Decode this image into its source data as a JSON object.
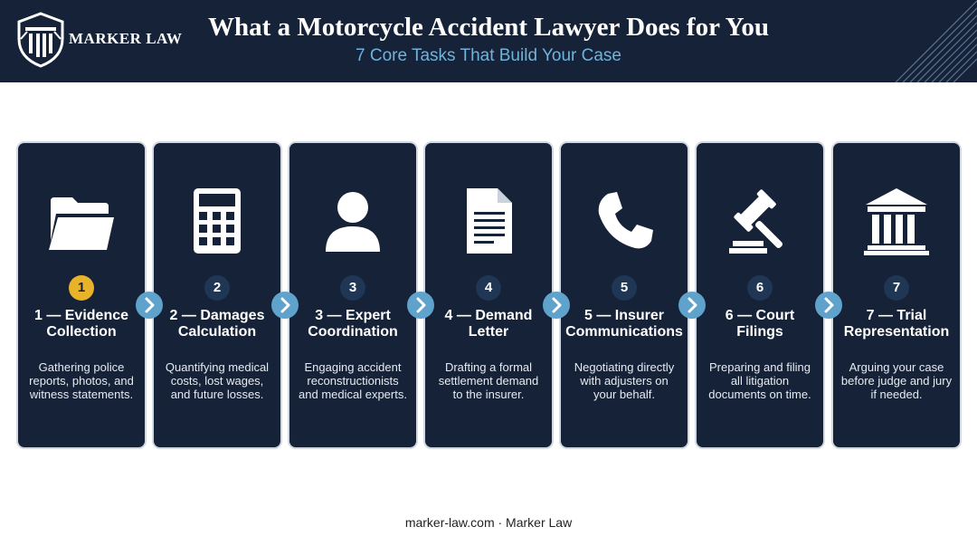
{
  "header": {
    "brand": "MARKER LAW",
    "title": "What a Motorcycle Accident Lawyer Does for You",
    "subtitle": "7 Core Tasks That Build Your Case"
  },
  "colors": {
    "navy": "#162238",
    "accent_blue": "#5fa2cc",
    "highlight_gold": "#e9b22b"
  },
  "steps": [
    {
      "number": "1",
      "title": "1 — Evidence Collection",
      "description": "Gathering police reports, photos, and witness statements.",
      "icon": "folder-icon",
      "active": true
    },
    {
      "number": "2",
      "title": "2 — Damages Calculation",
      "description": "Quantifying medical costs, lost wages, and future losses.",
      "icon": "calculator-icon",
      "active": false
    },
    {
      "number": "3",
      "title": "3 — Expert Coordination",
      "description": "Engaging accident reconstructionists and medical experts.",
      "icon": "person-icon",
      "active": false
    },
    {
      "number": "4",
      "title": "4 — Demand Letter",
      "description": "Drafting a formal settlement demand to the insurer.",
      "icon": "document-icon",
      "active": false
    },
    {
      "number": "5",
      "title": "5 — Insurer Communications",
      "description": "Negotiating directly with adjusters on your behalf.",
      "icon": "phone-icon",
      "active": false
    },
    {
      "number": "6",
      "title": "6 — Court Filings",
      "description": "Preparing and filing all litigation documents on time.",
      "icon": "gavel-icon",
      "active": false
    },
    {
      "number": "7",
      "title": "7 — Trial Representation",
      "description": "Arguing your case before judge and jury if needed.",
      "icon": "courthouse-icon",
      "active": false
    }
  ],
  "footer": "marker-law.com · Marker Law"
}
